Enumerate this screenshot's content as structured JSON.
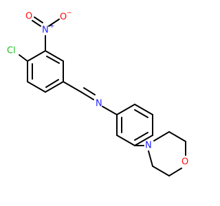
{
  "colors": {
    "bond": "#000000",
    "chlorine": "#1fbe1f",
    "nitrogen": "#2020ff",
    "oxygen": "#ff0d0d"
  },
  "atoms": {
    "cl": "Cl",
    "n_nitro": "N",
    "n_nitro_charge": "+",
    "o_nitro_1": "O",
    "o_nitro_1_charge": "−",
    "o_nitro_2": "O",
    "n_imine": "N",
    "n_morph": "N",
    "o_morph": "O"
  }
}
